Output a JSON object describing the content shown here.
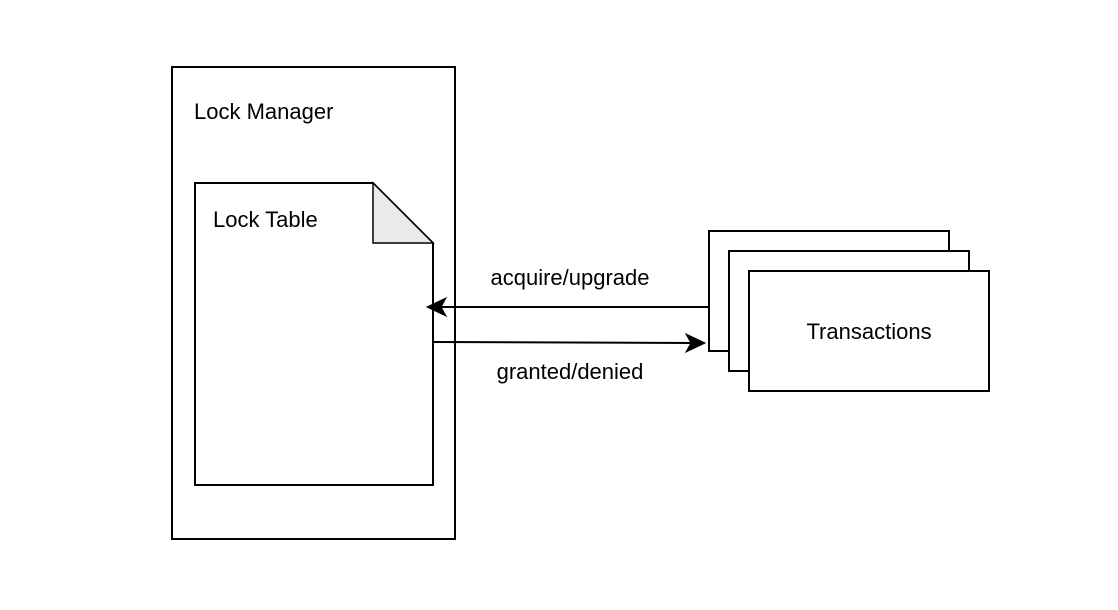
{
  "lock_manager": {
    "title": "Lock Manager"
  },
  "lock_table": {
    "title": "Lock Table"
  },
  "transactions": {
    "label": "Transactions",
    "stack_count": 3
  },
  "edges": {
    "request_label": "acquire/upgrade",
    "response_label": "granted/denied"
  }
}
